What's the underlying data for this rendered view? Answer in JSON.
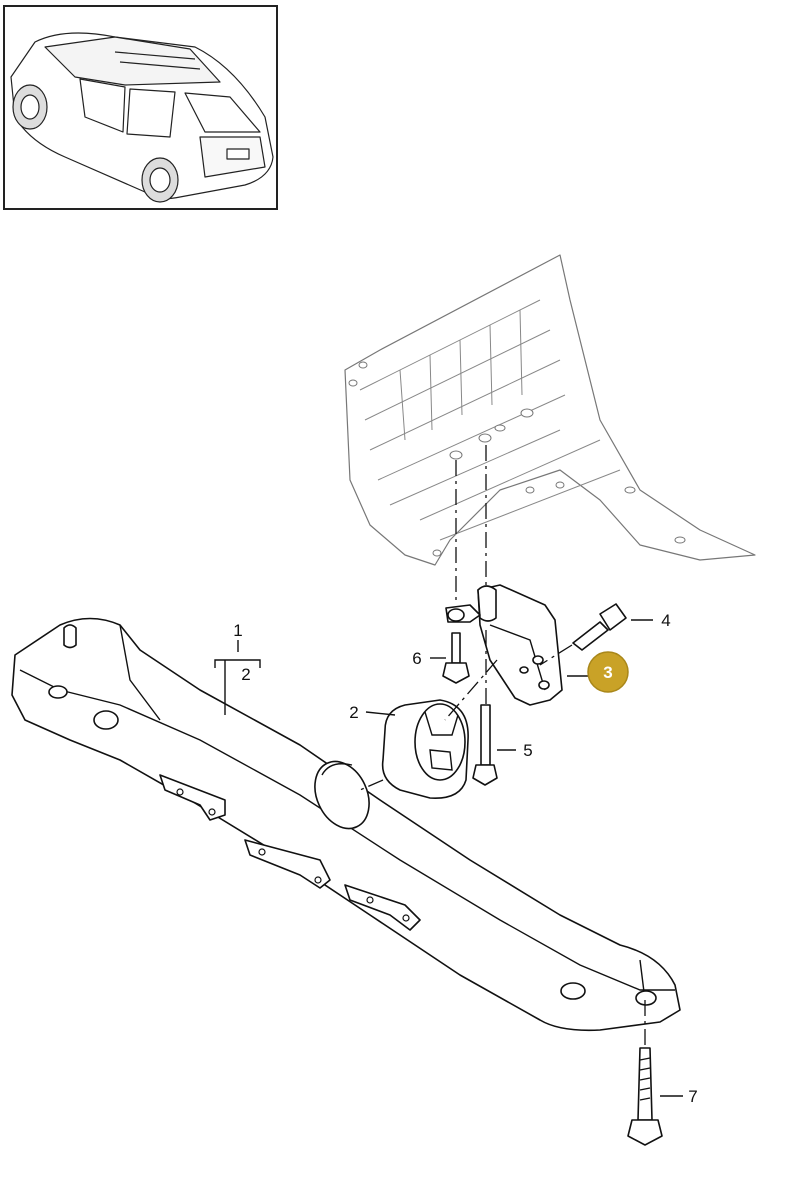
{
  "diagram": {
    "thumbnail": {
      "icon": "suv-vehicle-icon"
    },
    "callouts": [
      {
        "id": "1",
        "label": "1"
      },
      {
        "id": "2-bracket",
        "label": "2"
      },
      {
        "id": "2",
        "label": "2"
      },
      {
        "id": "3",
        "label": "3"
      },
      {
        "id": "4",
        "label": "4"
      },
      {
        "id": "5",
        "label": "5"
      },
      {
        "id": "6",
        "label": "6"
      },
      {
        "id": "7",
        "label": "7"
      }
    ],
    "highlight": {
      "callout": "3",
      "color": "#c9a227"
    }
  }
}
